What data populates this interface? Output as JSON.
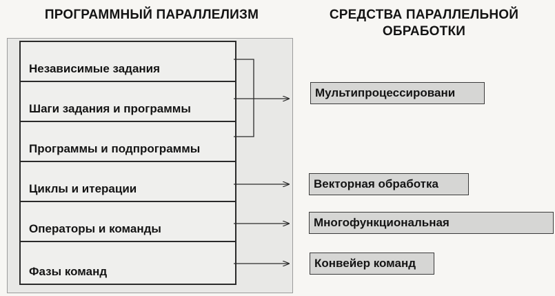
{
  "headers": {
    "left": "ПРОГРАММНЫЙ ПАРАЛЛЕЛИЗМ",
    "right_line1": "СРЕДСТВА ПАРАЛЛЕЛЬНОЙ",
    "right_line2": "ОБРАБОТКИ"
  },
  "levels": [
    "Независимые задания",
    "Шаги задания и программы",
    "Программы и подпрограммы",
    "Циклы и итерации",
    "Операторы и команды",
    "Фазы команд"
  ],
  "tools": [
    "Мультипроцессировани",
    "Векторная обработка",
    "Многофункциональная",
    "Конвейер команд"
  ],
  "colors": {
    "line": "#2a2a2a",
    "tool_fill": "#d6d6d4",
    "stack_fill": "#efefed"
  }
}
